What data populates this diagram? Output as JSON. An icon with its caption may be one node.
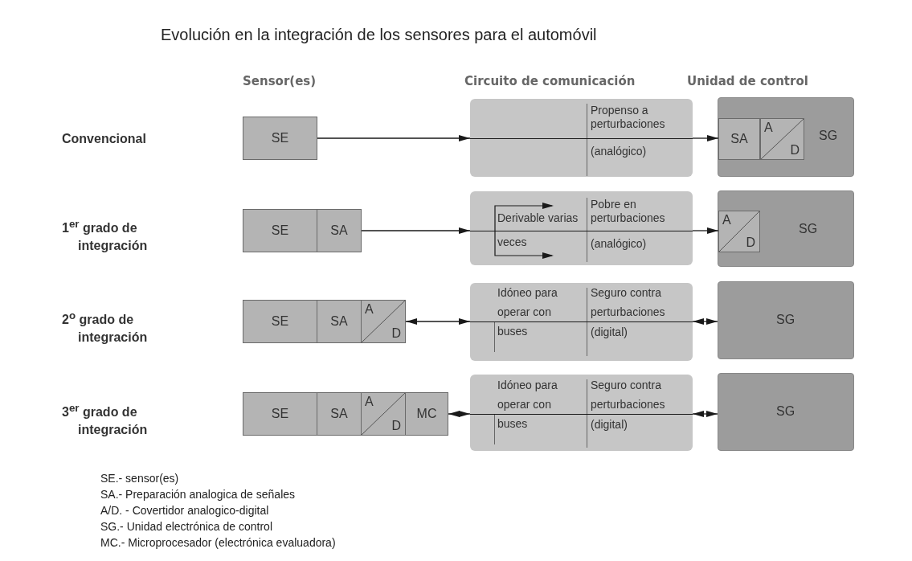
{
  "diagram": {
    "title": "Evolución en la integración de los sensores para el automóvil",
    "nodes": [
      {
        "text": [
          "SE"
        ]
      },
      {
        "text": [
          "Propenso a perturbaciones",
          "(analógico)"
        ]
      },
      {
        "text": [
          "SG"
        ]
      },
      {
        "text": [
          "SA"
        ],
        "in": 2
      },
      {
        "text": [
          "A",
          "D"
        ],
        "in": 2
      },
      {
        "text": [
          "SE"
        ]
      },
      {
        "text": [
          "SA"
        ]
      },
      {
        "text": [
          "Derivable varias veces",
          "Pobre en perturbaciones",
          "(analógico)"
        ]
      },
      {
        "text": [
          "SG"
        ]
      },
      {
        "text": [
          "A",
          "D"
        ],
        "in": 8
      },
      {
        "text": [
          "SE"
        ]
      },
      {
        "text": [
          "SA"
        ]
      },
      {
        "text": [
          "A",
          "D"
        ]
      },
      {
        "text": [
          "Idóneo para operar con buses",
          "Seguro contra perturbaciones",
          "(digital)"
        ]
      },
      {
        "text": [
          "SG"
        ]
      },
      {
        "text": [
          "SE"
        ]
      },
      {
        "text": [
          "SA"
        ]
      },
      {
        "text": [
          "A",
          "D"
        ]
      },
      {
        "text": [
          "MC"
        ]
      },
      {
        "text": [
          "Idóneo para operar con buses",
          "Seguro contra perturbaciones",
          "(digital)"
        ]
      },
      {
        "text": [
          "SG"
        ]
      }
    ],
    "edges": [
      {
        "from": 0,
        "to": 1,
        "arrow": "to"
      },
      {
        "from": 1,
        "to": 3,
        "arrow": "to"
      },
      {
        "from": 6,
        "to": 7,
        "arrow": "to"
      },
      {
        "from": 7,
        "to": 9,
        "arrow": "to"
      },
      {
        "from": 12,
        "to": 13,
        "arrow": "both"
      },
      {
        "from": 13,
        "to": 14,
        "arrow": "both"
      },
      {
        "from": 18,
        "to": 19,
        "arrow": "both"
      },
      {
        "from": 19,
        "to": 20,
        "arrow": "both"
      }
    ],
    "labels": [
      "Sensor(es)",
      "Circuito de comunicación",
      "Unidad de control",
      "Convencional",
      "1$^{er}$ grado de integración",
      "2$^{o}$ grado de integración",
      "3$^{er}$ grado de integración",
      "SE.- sensor(es)",
      "SA.- Preparación analogica de señales",
      "A/D. - Covertidor analogico-digital",
      "SG.- Unidad electrónica de control",
      "MC.- Microprocesador (electrónica evaluadora)"
    ]
  }
}
